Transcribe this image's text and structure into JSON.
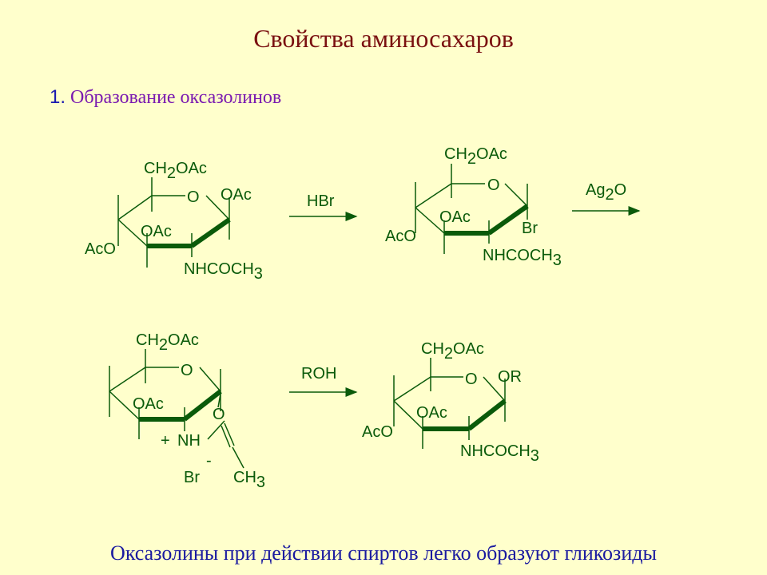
{
  "title": "Свойства аминосахаров",
  "subtitle": {
    "number": "1.",
    "text": "Образование оксазолинов"
  },
  "reaction1": {
    "reactant": {
      "ch2oac_prefix": "CH",
      "ch2oac_sub": "2",
      "ch2oac_suffix": "OAc",
      "ring_o": "O",
      "oac_anomeric": "OAc",
      "oac_c3": "OAc",
      "aco": "AcO",
      "nhcoch_prefix": "NHCOCH",
      "nhcoch_sub": "3"
    },
    "reagent": "HBr",
    "product": {
      "ch2oac_prefix": "CH",
      "ch2oac_sub": "2",
      "ch2oac_suffix": "OAc",
      "ring_o": "O",
      "oac_c3": "OAc",
      "br": "Br",
      "aco": "AcO",
      "nhcoch_prefix": "NHCOCH",
      "nhcoch_sub": "3"
    },
    "reagent2_prefix": "Ag",
    "reagent2_sub": "2",
    "reagent2_suffix": "O"
  },
  "reaction2": {
    "oxazoline": {
      "ch2oac_prefix": "CH",
      "ch2oac_sub": "2",
      "ch2oac_suffix": "OAc",
      "ring_o": "O",
      "oac_c3": "OAc",
      "o_oxazoline": "O",
      "plus": "+",
      "nh": "NH",
      "minus": "-",
      "br": "Br",
      "ch_prefix": "CH",
      "ch_sub": "3"
    },
    "reagent": "ROH",
    "glycoside": {
      "ch2oac_prefix": "CH",
      "ch2oac_sub": "2",
      "ch2oac_suffix": "OAc",
      "ring_o": "O",
      "or": "OR",
      "oac_c3": "OAc",
      "aco": "AcO",
      "nhcoch_prefix": "NHCOCH",
      "nhcoch_sub": "3"
    }
  },
  "footer": "Оксазолины при действии спиртов легко образуют гликозиды",
  "colors": {
    "background": "#ffffcc",
    "title": "#7a1010",
    "subtitle": "#7a1ab0",
    "structure": "#0a5a0a",
    "footer": "#1a1aa0"
  }
}
